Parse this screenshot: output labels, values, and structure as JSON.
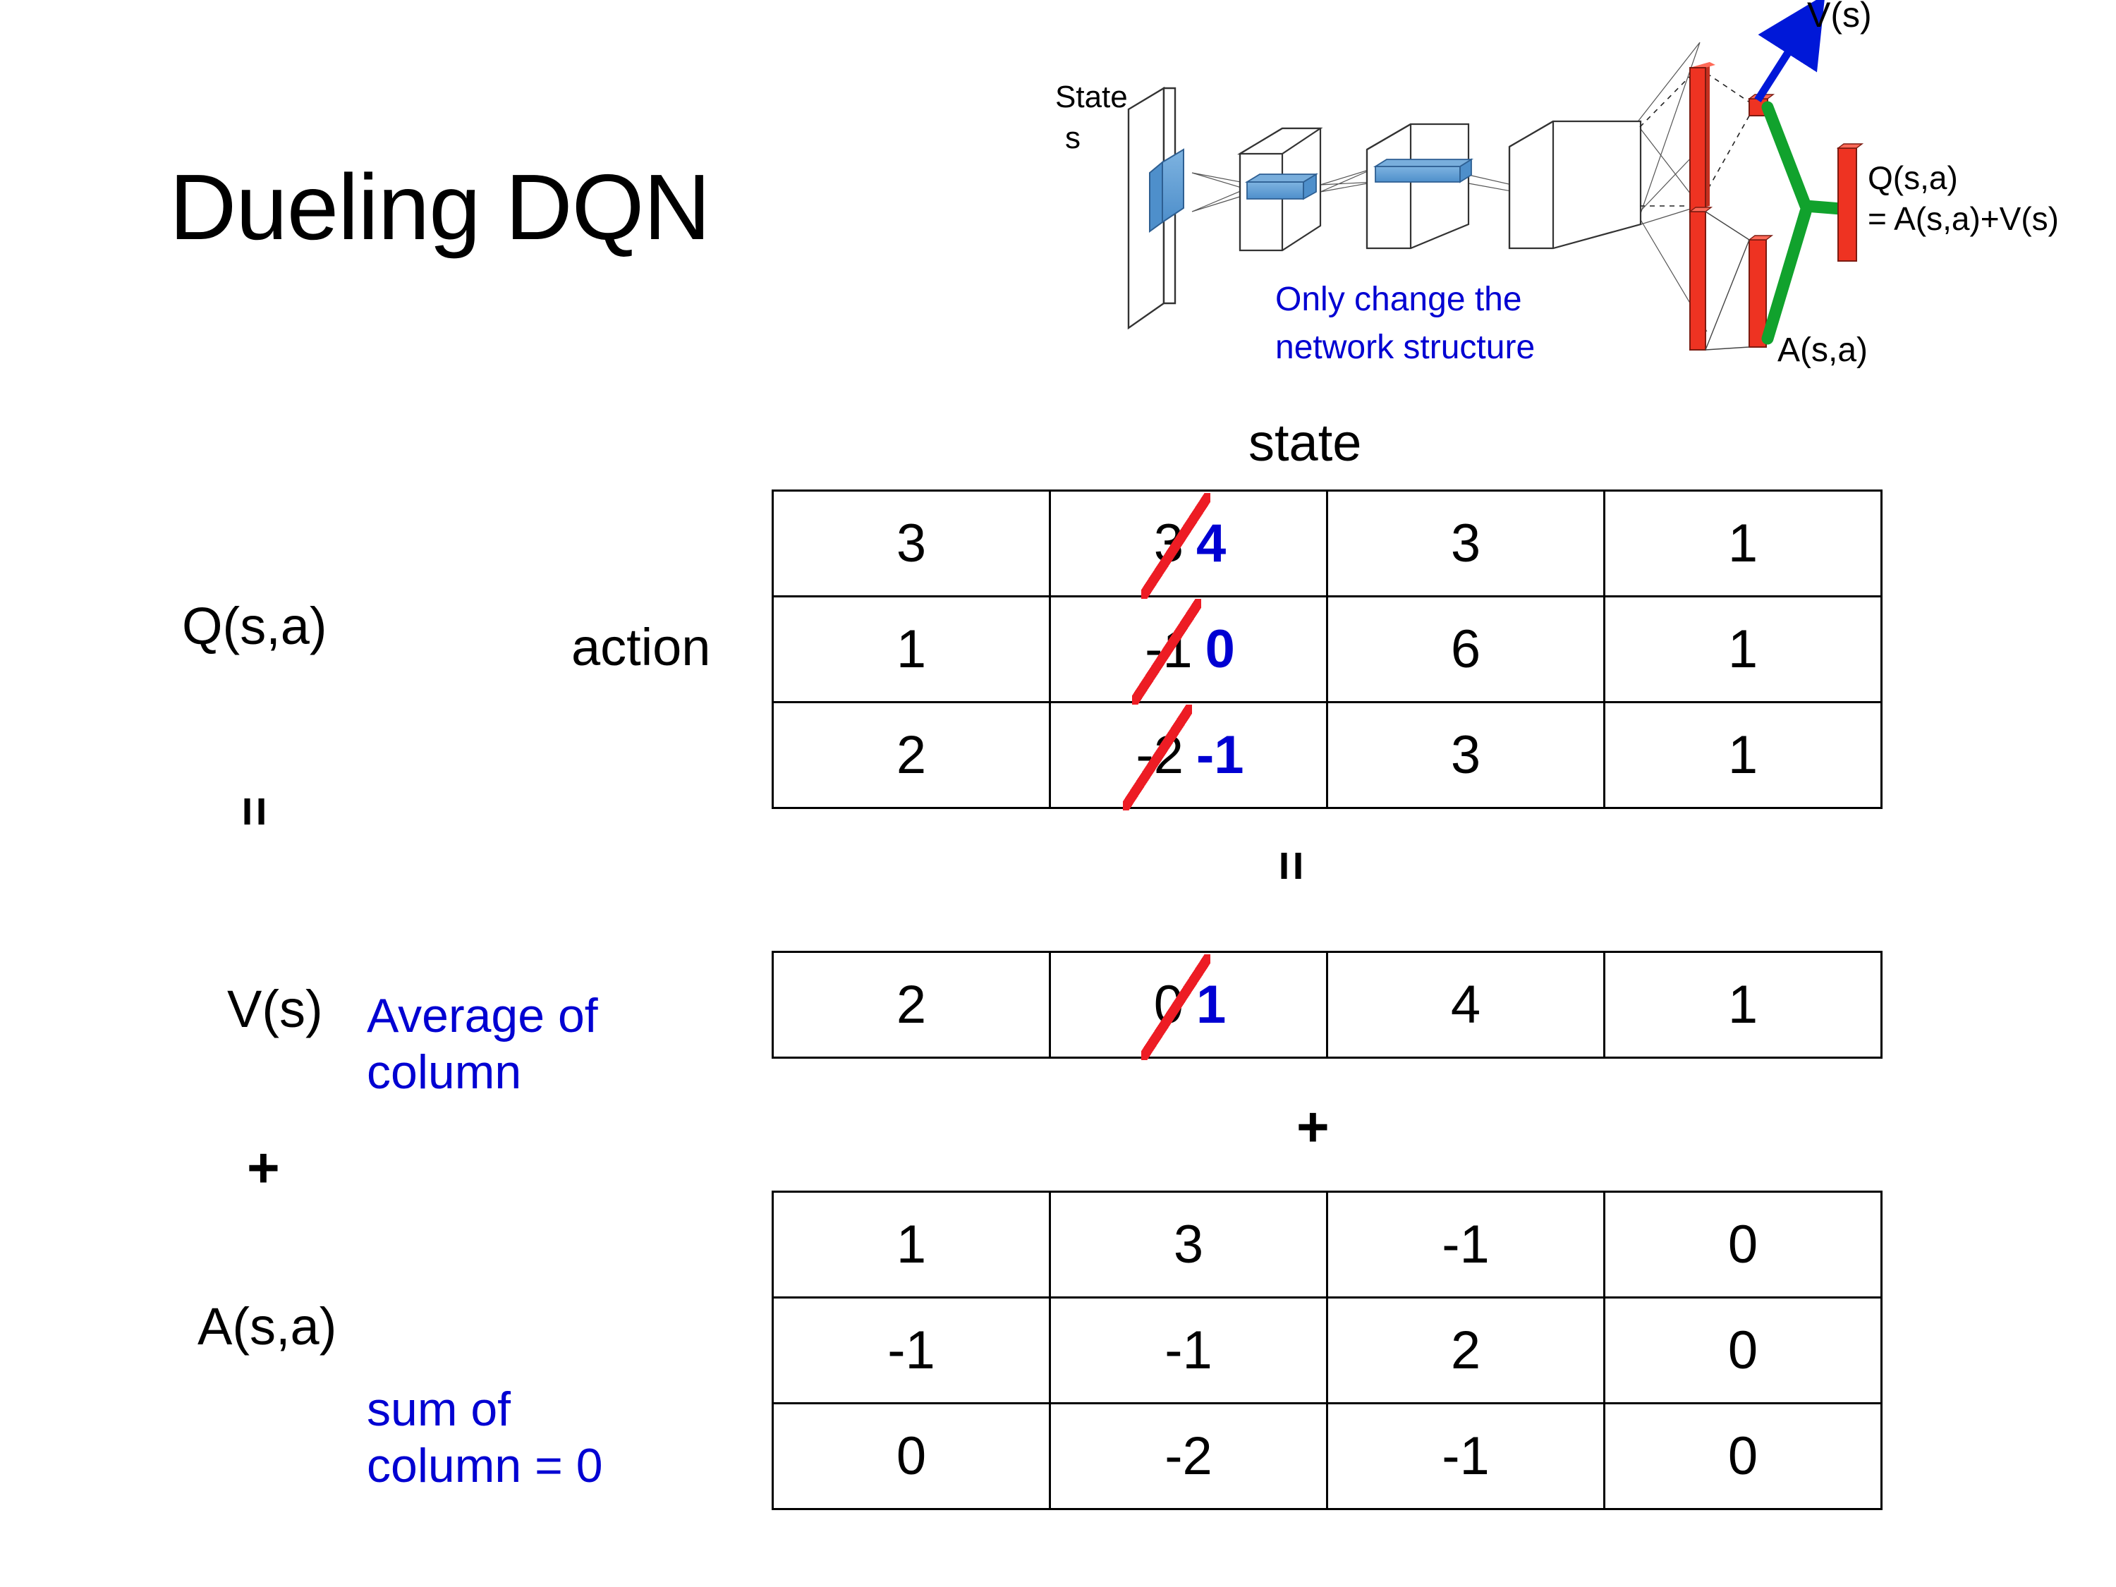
{
  "slide": {
    "title": "Dueling DQN",
    "background_color": "#ffffff"
  },
  "colors": {
    "accent_blue": "#0000D2",
    "strike_red": "#ED1C24",
    "diagram_green": "#11A22D",
    "diagram_red_bar": "#EE3322",
    "diagram_blue_bar": "#5B9BD5",
    "text_black": "#000000"
  },
  "network_diagram": {
    "input_label_line1": "State",
    "input_label_line2": "s",
    "note": "Only change the\nnetwork structure",
    "value_stream_label": "V(s)",
    "advantage_stream_label": "A(s,a)",
    "output_label_line1": "Q(s,a)",
    "output_label_line2": "= A(s,a)+V(s)"
  },
  "axis_labels": {
    "state": "state",
    "action": "action"
  },
  "equation_labels": {
    "q": "Q(s,a)",
    "v": "V(s)",
    "a": "A(s,a)",
    "equals": "=",
    "plus": "+"
  },
  "annotations": {
    "v_note": "Average of\ncolumn",
    "a_note": "sum of\ncolumn = 0"
  },
  "chart_data": {
    "type": "table",
    "title": "Dueling DQN",
    "xlabel": "state",
    "ylabel": "action",
    "tables": [
      {
        "name": "Q(s,a)",
        "rows": 3,
        "cols": 4,
        "values": [
          [
            "3",
            "3",
            "3",
            "1"
          ],
          [
            "1",
            "-1",
            "6",
            "1"
          ],
          [
            "2",
            "-2",
            "3",
            "1"
          ]
        ],
        "revisions": [
          {
            "row": 0,
            "col": 1,
            "old": "3",
            "new": "4"
          },
          {
            "row": 1,
            "col": 1,
            "old": "-1",
            "new": "0"
          },
          {
            "row": 2,
            "col": 1,
            "old": "-2",
            "new": "-1"
          }
        ]
      },
      {
        "name": "V(s)",
        "rows": 1,
        "cols": 4,
        "values": [
          [
            "2",
            "0",
            "4",
            "1"
          ]
        ],
        "revisions": [
          {
            "row": 0,
            "col": 1,
            "old": "0",
            "new": "1"
          }
        ]
      },
      {
        "name": "A(s,a)",
        "rows": 3,
        "cols": 4,
        "values": [
          [
            "1",
            "3",
            "-1",
            "0"
          ],
          [
            "-1",
            "-1",
            "2",
            "0"
          ],
          [
            "0",
            "-2",
            "-1",
            "0"
          ]
        ],
        "revisions": []
      }
    ]
  }
}
